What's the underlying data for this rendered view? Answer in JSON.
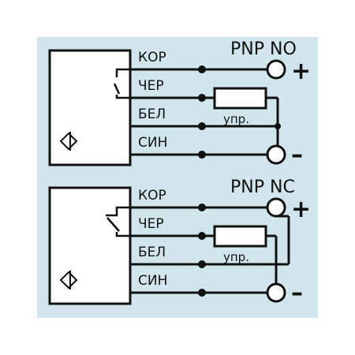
{
  "colors": {
    "background": "#d0e6ec",
    "ink": "#111111",
    "fill": "#ffffff"
  },
  "diagrams": [
    {
      "title": "PNP NO",
      "wires": [
        {
          "label": "КОР"
        },
        {
          "label": "ЧЕР"
        },
        {
          "label": "БЕЛ"
        },
        {
          "label": "СИН"
        }
      ],
      "resistor_label": "упр.",
      "plus_sign": "+",
      "minus_sign": "–"
    },
    {
      "title": "PNP NC",
      "wires": [
        {
          "label": "КОР"
        },
        {
          "label": "ЧЕР"
        },
        {
          "label": "БЕЛ"
        },
        {
          "label": "СИН"
        }
      ],
      "resistor_label": "упр.",
      "plus_sign": "+",
      "minus_sign": "–"
    }
  ]
}
